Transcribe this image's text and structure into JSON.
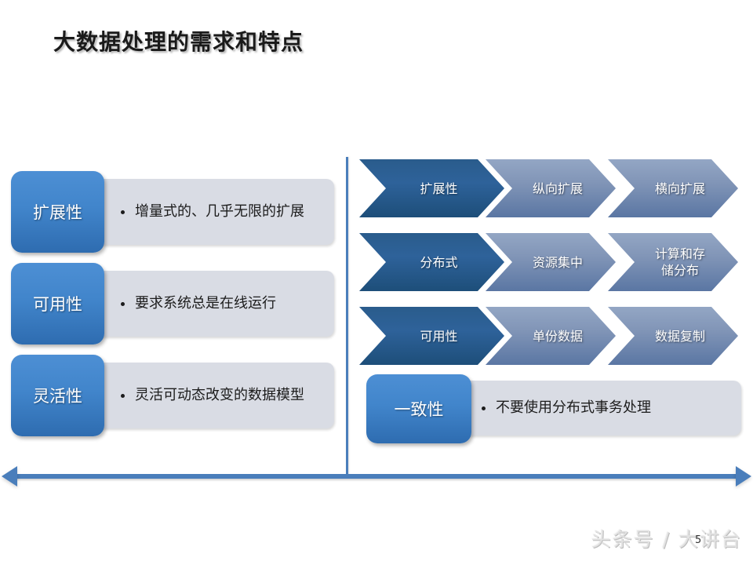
{
  "slide": {
    "title": "大数据处理的需求和特点",
    "page_number": "5",
    "watermark": "头条号 / 大讲台",
    "colors": {
      "accent_blue": "#4a7ebb",
      "box_blue_top": "#4d8fd4",
      "box_blue_bottom": "#2e6cb0",
      "chevron_dark_top": "#2a5c8c",
      "chevron_dark_bottom": "#1d4e79",
      "chevron_light_top": "#93a6c4",
      "chevron_light_bottom": "#5a76a3",
      "panel_gray": "#d9dce4",
      "title_text": "#1a1a1a",
      "body_text": "#1c1c1c"
    }
  },
  "left_column": {
    "items": [
      {
        "label": "扩展性",
        "bullets": [
          "增量式的、几乎无限的扩展"
        ]
      },
      {
        "label": "可用性",
        "bullets": [
          "要求系统总是在线运行"
        ]
      },
      {
        "label": "灵活性",
        "bullets": [
          "灵活可动态改变的数据模型"
        ]
      }
    ]
  },
  "right_column": {
    "chevron_rows": [
      {
        "steps": [
          {
            "label": "扩展性",
            "style": "dark"
          },
          {
            "label": "纵向扩展",
            "style": "light"
          },
          {
            "label": "横向扩展",
            "style": "light"
          }
        ]
      },
      {
        "steps": [
          {
            "label": "分布式",
            "style": "dark"
          },
          {
            "label": "资源集中",
            "style": "light"
          },
          {
            "label": "计算和存\n储分布",
            "style": "light"
          }
        ]
      },
      {
        "steps": [
          {
            "label": "可用性",
            "style": "dark"
          },
          {
            "label": "单份数据",
            "style": "light"
          },
          {
            "label": "数据复制",
            "style": "light"
          }
        ]
      }
    ],
    "consistency": {
      "label": "一致性",
      "bullets": [
        "不要使用分布式事务处理"
      ]
    }
  }
}
